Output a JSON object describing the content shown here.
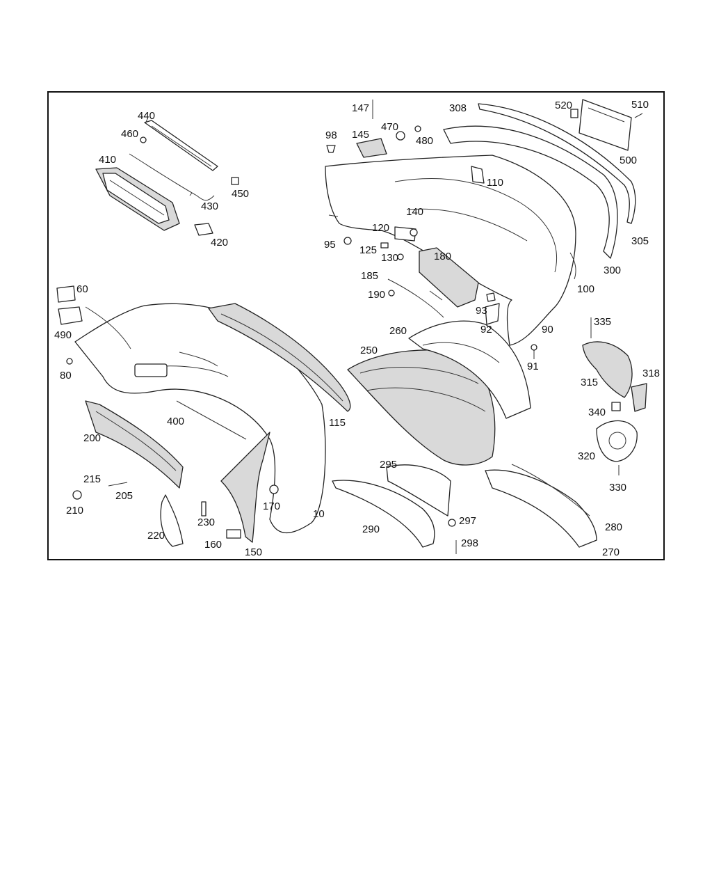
{
  "diagram": {
    "callouts": [
      {
        "id": "c440",
        "text": "440"
      },
      {
        "id": "c460",
        "text": "460"
      },
      {
        "id": "c410",
        "text": "410"
      },
      {
        "id": "c450",
        "text": "450"
      },
      {
        "id": "c430",
        "text": "430"
      },
      {
        "id": "c420",
        "text": "420"
      },
      {
        "id": "c147",
        "text": "147"
      },
      {
        "id": "c98",
        "text": "98"
      },
      {
        "id": "c145",
        "text": "145"
      },
      {
        "id": "c470",
        "text": "470"
      },
      {
        "id": "c480",
        "text": "480"
      },
      {
        "id": "c308",
        "text": "308"
      },
      {
        "id": "c520",
        "text": "520"
      },
      {
        "id": "c510",
        "text": "510"
      },
      {
        "id": "c500",
        "text": "500"
      },
      {
        "id": "c110",
        "text": "110"
      },
      {
        "id": "c140",
        "text": "140"
      },
      {
        "id": "c120",
        "text": "120"
      },
      {
        "id": "c95",
        "text": "95"
      },
      {
        "id": "c125",
        "text": "125"
      },
      {
        "id": "c130",
        "text": "130"
      },
      {
        "id": "c180",
        "text": "180"
      },
      {
        "id": "c305",
        "text": "305"
      },
      {
        "id": "c300",
        "text": "300"
      },
      {
        "id": "c185",
        "text": "185"
      },
      {
        "id": "c190",
        "text": "190"
      },
      {
        "id": "c100",
        "text": "100"
      },
      {
        "id": "c60",
        "text": "60"
      },
      {
        "id": "c490",
        "text": "490"
      },
      {
        "id": "c93",
        "text": "93"
      },
      {
        "id": "c92",
        "text": "92"
      },
      {
        "id": "c90",
        "text": "90"
      },
      {
        "id": "c260",
        "text": "260"
      },
      {
        "id": "c335",
        "text": "335"
      },
      {
        "id": "c250",
        "text": "250"
      },
      {
        "id": "c91",
        "text": "91"
      },
      {
        "id": "c80",
        "text": "80"
      },
      {
        "id": "c315",
        "text": "315"
      },
      {
        "id": "c318",
        "text": "318"
      },
      {
        "id": "c400",
        "text": "400"
      },
      {
        "id": "c115",
        "text": "115"
      },
      {
        "id": "c340",
        "text": "340"
      },
      {
        "id": "c200",
        "text": "200"
      },
      {
        "id": "c320",
        "text": "320"
      },
      {
        "id": "c295",
        "text": "295"
      },
      {
        "id": "c215",
        "text": "215"
      },
      {
        "id": "c205",
        "text": "205"
      },
      {
        "id": "c330",
        "text": "330"
      },
      {
        "id": "c210",
        "text": "210"
      },
      {
        "id": "c170",
        "text": "170"
      },
      {
        "id": "c10",
        "text": "10"
      },
      {
        "id": "c297",
        "text": "297"
      },
      {
        "id": "c230",
        "text": "230"
      },
      {
        "id": "c290",
        "text": "290"
      },
      {
        "id": "c280",
        "text": "280"
      },
      {
        "id": "c220",
        "text": "220"
      },
      {
        "id": "c298",
        "text": "298"
      },
      {
        "id": "c160",
        "text": "160"
      },
      {
        "id": "c150",
        "text": "150"
      },
      {
        "id": "c270",
        "text": "270"
      }
    ]
  }
}
